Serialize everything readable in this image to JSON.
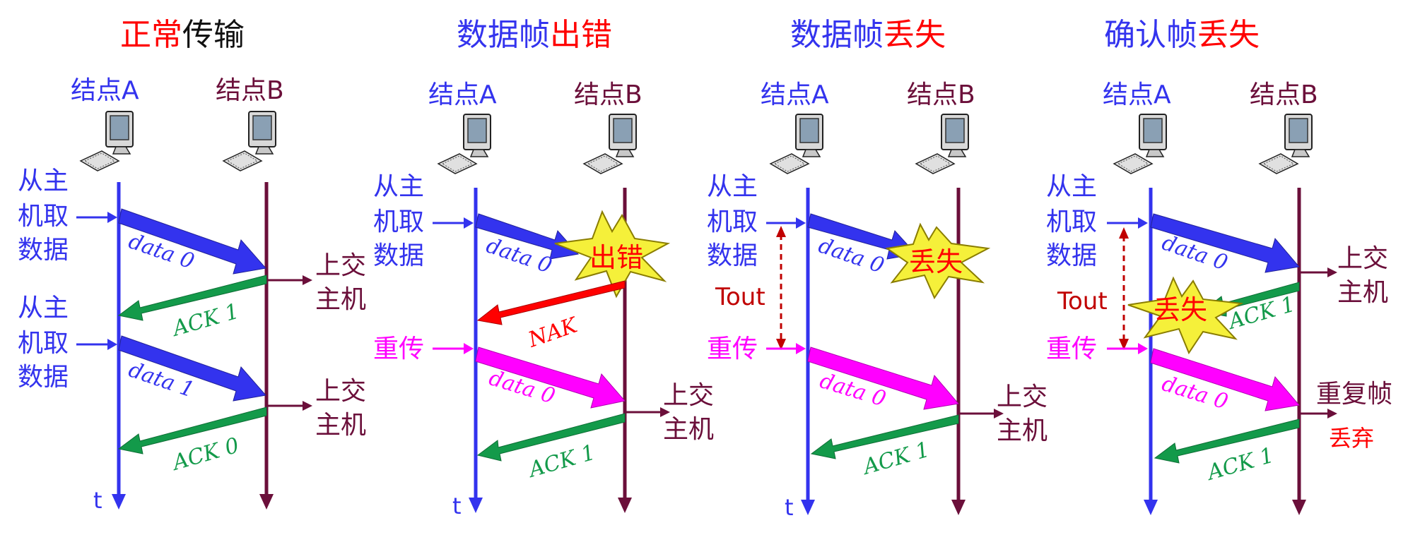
{
  "colors": {
    "blue": "#3333ee",
    "dark_red": "#6b0f3a",
    "red": "#ff0000",
    "green": "#139a4a",
    "magenta": "#ff00ff",
    "black": "#111111",
    "burst_fill": "#f5f03a",
    "tout_red": "#c00000"
  },
  "panels": [
    {
      "title_parts": [
        {
          "text": "正常",
          "color": "#ff0000"
        },
        {
          "text": "传输",
          "color": "#111111"
        }
      ],
      "node_a": "结点A",
      "node_b": "结点B",
      "fetch_labels": [
        [
          "从主",
          "机取",
          "数据"
        ],
        [
          "从主",
          "机取",
          "数据"
        ]
      ],
      "frames": [
        "data 0",
        "data 1"
      ],
      "acks": [
        "ACK 1",
        "ACK 0"
      ],
      "deliver": [
        [
          "上交",
          "主机"
        ],
        [
          "上交",
          "主机"
        ]
      ],
      "time_label": "t"
    },
    {
      "title_parts": [
        {
          "text": "数据帧",
          "color": "#3333ee"
        },
        {
          "text": "出错",
          "color": "#ff0000"
        }
      ],
      "node_a": "结点A",
      "node_b": "结点B",
      "fetch_labels": [
        [
          "从主",
          "机取",
          "数据"
        ]
      ],
      "frames": [
        "data 0",
        "data 0"
      ],
      "burst": "出错",
      "nak": "NAK",
      "retransmit": "重传",
      "acks": [
        "ACK 1"
      ],
      "deliver": [
        [
          "上交",
          "主机"
        ]
      ],
      "time_label": "t"
    },
    {
      "title_parts": [
        {
          "text": "数据帧",
          "color": "#3333ee"
        },
        {
          "text": "丢失",
          "color": "#ff0000"
        }
      ],
      "node_a": "结点A",
      "node_b": "结点B",
      "fetch_labels": [
        [
          "从主",
          "机取",
          "数据"
        ]
      ],
      "frames": [
        "data 0",
        "data 0"
      ],
      "burst": "丢失",
      "tout": "Tout",
      "retransmit": "重传",
      "acks": [
        "ACK 1"
      ],
      "deliver": [
        [
          "上交",
          "主机"
        ]
      ],
      "time_label": "t"
    },
    {
      "title_parts": [
        {
          "text": "确认帧",
          "color": "#3333ee"
        },
        {
          "text": "丢失",
          "color": "#ff0000"
        }
      ],
      "node_a": "结点A",
      "node_b": "结点B",
      "fetch_labels": [
        [
          "从主",
          "机取",
          "数据"
        ]
      ],
      "frames": [
        "data 0",
        "data 0"
      ],
      "burst": "丢失",
      "tout": "Tout",
      "retransmit": "重传",
      "acks": [
        "ACK 1",
        "ACK 1"
      ],
      "deliver": [
        [
          "上交",
          "主机"
        ]
      ],
      "duplicate": "重复帧",
      "discard": "丢弃"
    }
  ]
}
